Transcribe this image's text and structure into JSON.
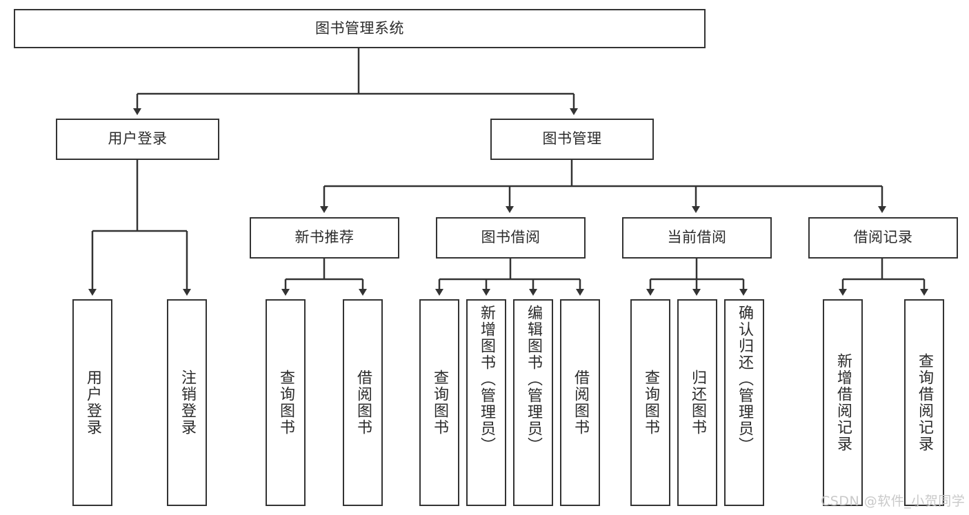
{
  "diagram": {
    "type": "tree-hierarchy-diagram",
    "title": "图书管理系统",
    "watermark": "CSDN @软件_小贺同学",
    "colors": {
      "stroke": "#333333",
      "fill": "#ffffff",
      "text": "#2b2b2b",
      "watermark": "#c9c9c9"
    },
    "nodes": {
      "root": {
        "label": "图书管理系统"
      },
      "level1": [
        {
          "label": "用户登录"
        },
        {
          "label": "图书管理"
        }
      ],
      "level2": [
        {
          "label": "新书推荐"
        },
        {
          "label": "图书借阅"
        },
        {
          "label": "当前借阅"
        },
        {
          "label": "借阅记录"
        }
      ],
      "leaves_user_login": [
        {
          "label": "用户登录"
        },
        {
          "label": "注销登录"
        }
      ],
      "leaves_new_book": [
        {
          "label": "查询图书"
        },
        {
          "label": "借阅图书"
        }
      ],
      "leaves_borrow": [
        {
          "label": "查询图书"
        },
        {
          "label": "新增图书（管理员）"
        },
        {
          "label": "编辑图书（管理员）"
        },
        {
          "label": "借阅图书"
        }
      ],
      "leaves_current": [
        {
          "label": "查询图书"
        },
        {
          "label": "归还图书"
        },
        {
          "label": "确认归还（管理员）"
        }
      ],
      "leaves_records": [
        {
          "label": "新增借阅记录"
        },
        {
          "label": "查询借阅记录"
        }
      ]
    }
  }
}
